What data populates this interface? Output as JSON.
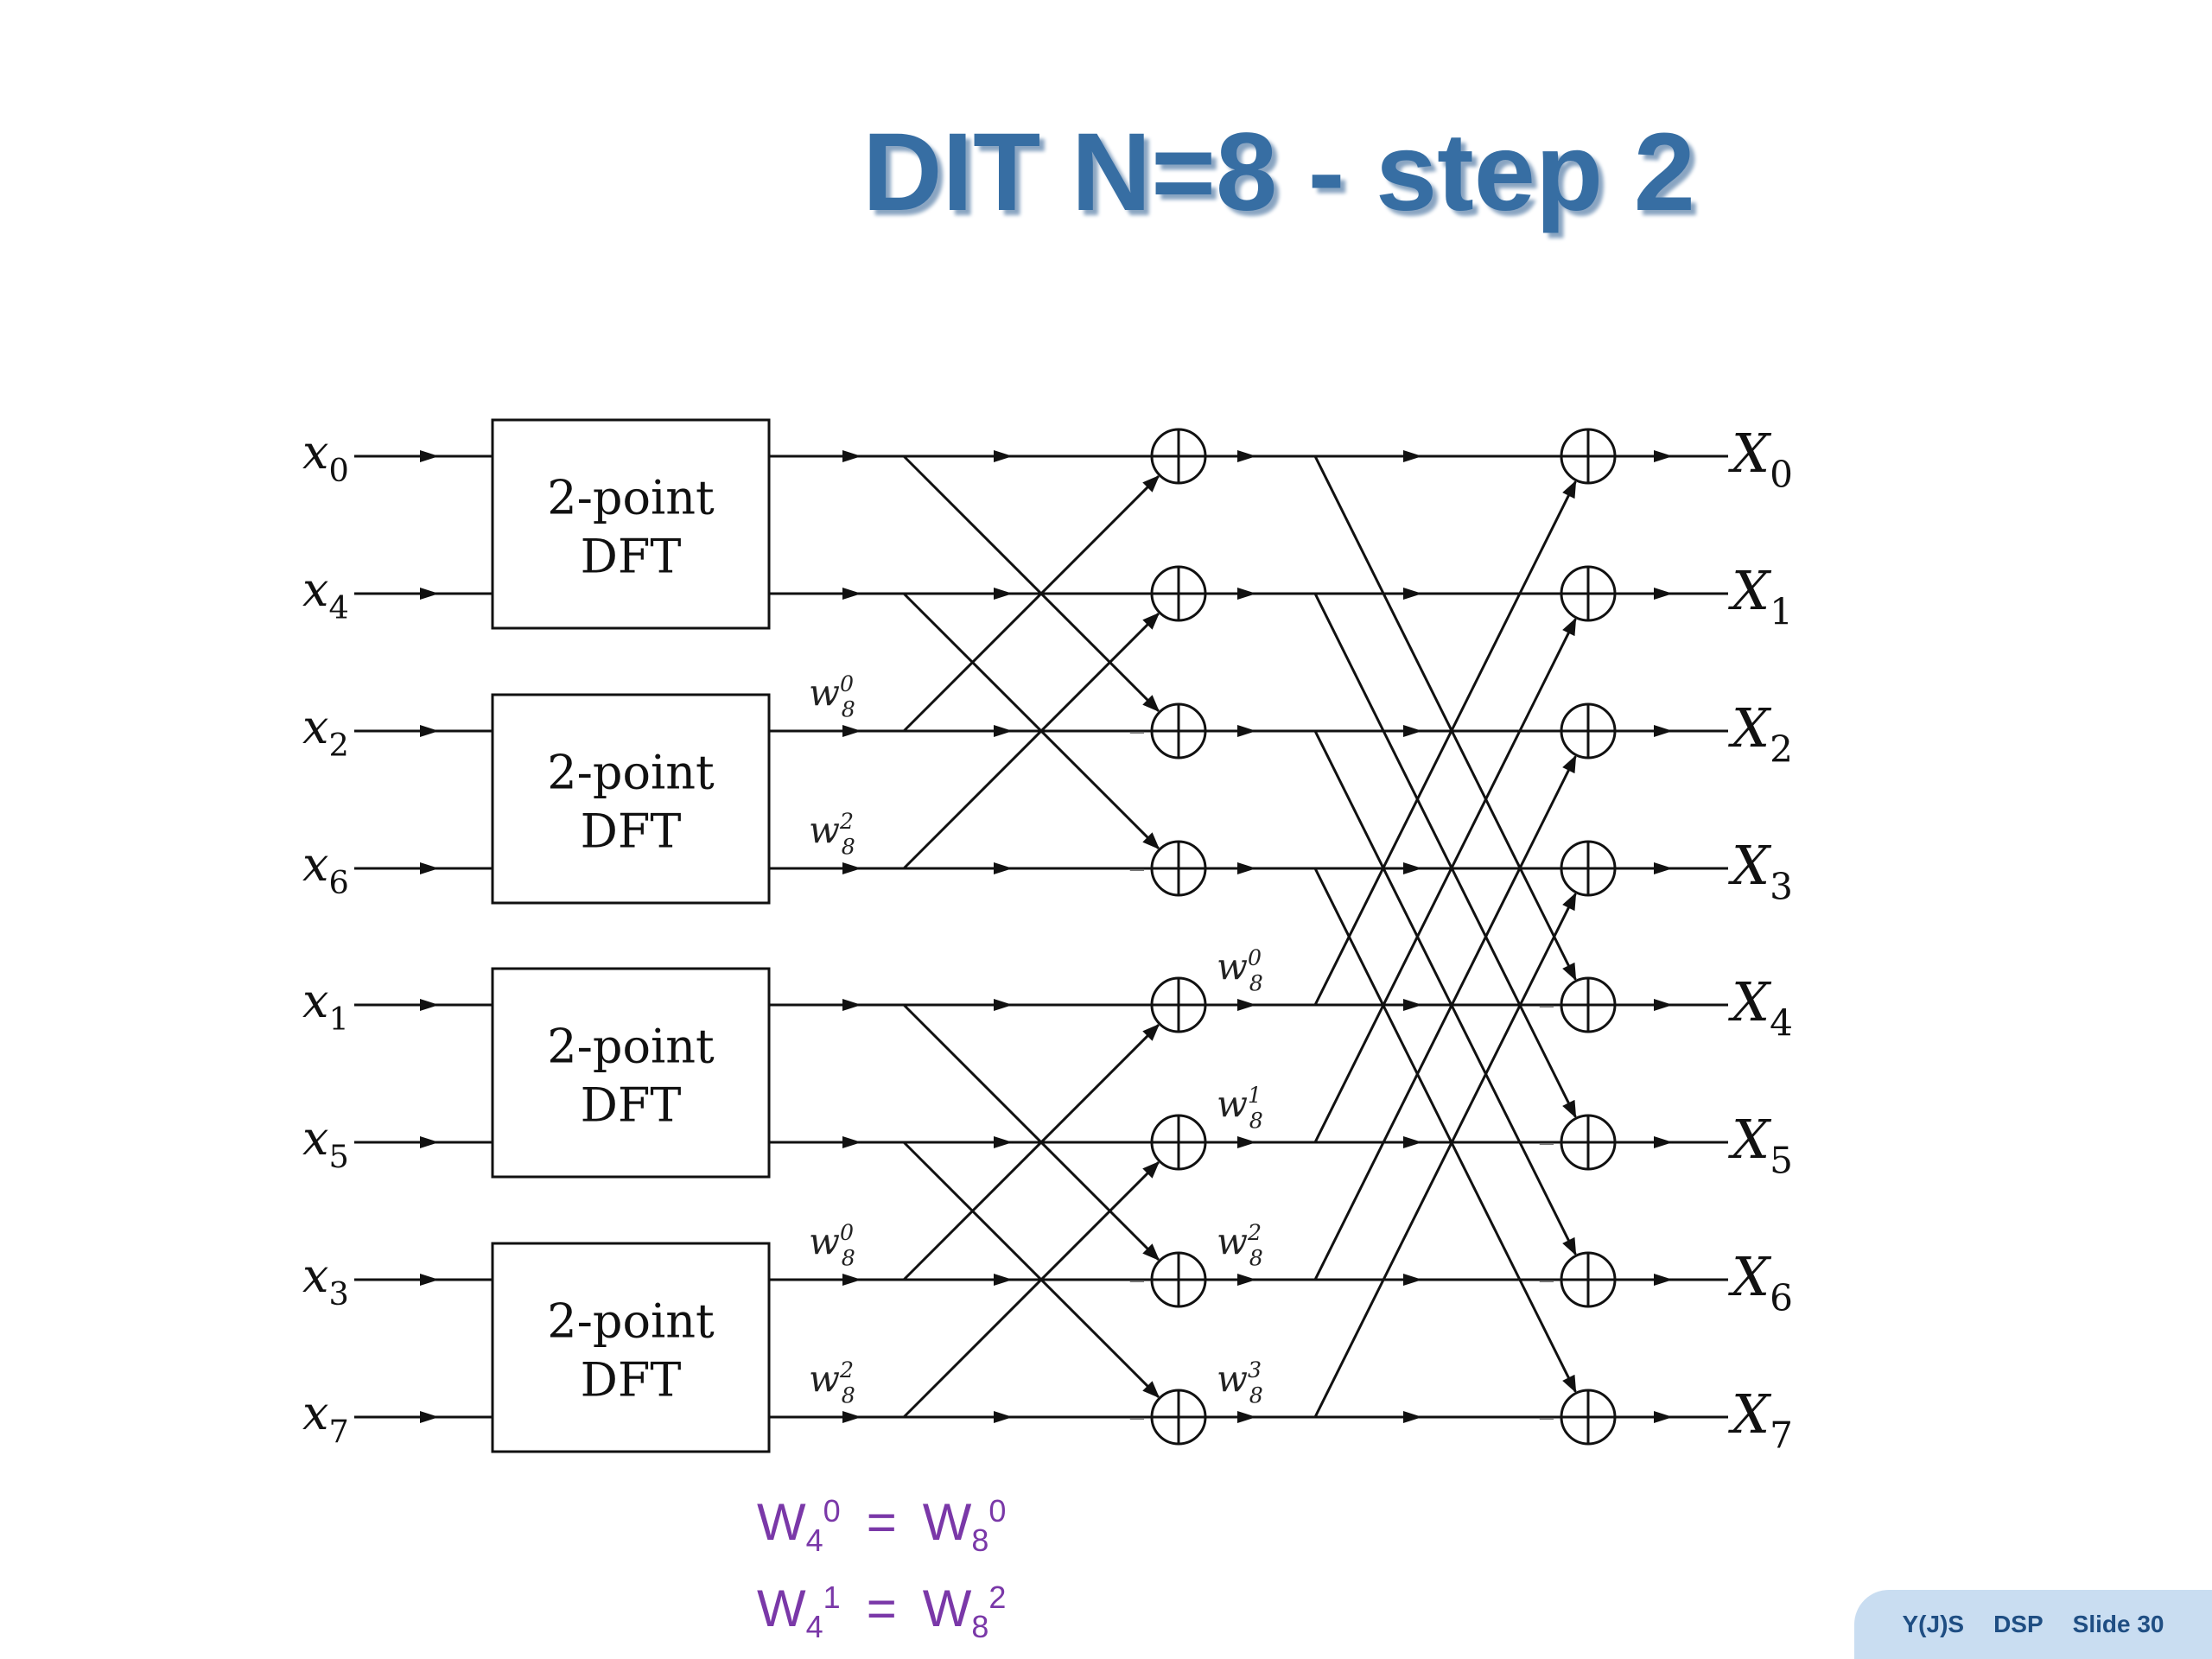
{
  "title": "DIT N=8 - step 2",
  "inputs": [
    "x",
    "x",
    "x",
    "x",
    "x",
    "x",
    "x",
    "x"
  ],
  "input_subscripts": [
    "0",
    "4",
    "2",
    "6",
    "1",
    "5",
    "3",
    "7"
  ],
  "outputs": [
    "X",
    "X",
    "X",
    "X",
    "X",
    "X",
    "X",
    "X"
  ],
  "output_subscripts": [
    "0",
    "1",
    "2",
    "3",
    "4",
    "5",
    "6",
    "7"
  ],
  "dft_blocks": [
    {
      "line1": "2-point",
      "line2": "DFT"
    },
    {
      "line1": "2-point",
      "line2": "DFT"
    },
    {
      "line1": "2-point",
      "line2": "DFT"
    },
    {
      "line1": "2-point",
      "line2": "DFT"
    }
  ],
  "stage1_twiddles": [
    {
      "base": "w",
      "sub": "8",
      "sup": "0"
    },
    {
      "base": "w",
      "sub": "8",
      "sup": "2"
    },
    {
      "base": "w",
      "sub": "8",
      "sup": "0"
    },
    {
      "base": "w",
      "sub": "8",
      "sup": "2"
    }
  ],
  "stage2_twiddles": [
    {
      "base": "w",
      "sub": "8",
      "sup": "0"
    },
    {
      "base": "w",
      "sub": "8",
      "sup": "1"
    },
    {
      "base": "w",
      "sub": "8",
      "sup": "2"
    },
    {
      "base": "w",
      "sub": "8",
      "sup": "3"
    }
  ],
  "minus_sign": "−",
  "identities": [
    {
      "lhs_base": "W",
      "lhs_sub": "4",
      "lhs_sup": "0",
      "eq": "=",
      "rhs_base": "W",
      "rhs_sub": "8",
      "rhs_sup": "0"
    },
    {
      "lhs_base": "W",
      "lhs_sub": "4",
      "lhs_sup": "1",
      "eq": "=",
      "rhs_base": "W",
      "rhs_sub": "8",
      "rhs_sup": "2"
    }
  ],
  "footer": {
    "author": "Y(J)S",
    "course": "DSP",
    "slide": "Slide 30"
  }
}
